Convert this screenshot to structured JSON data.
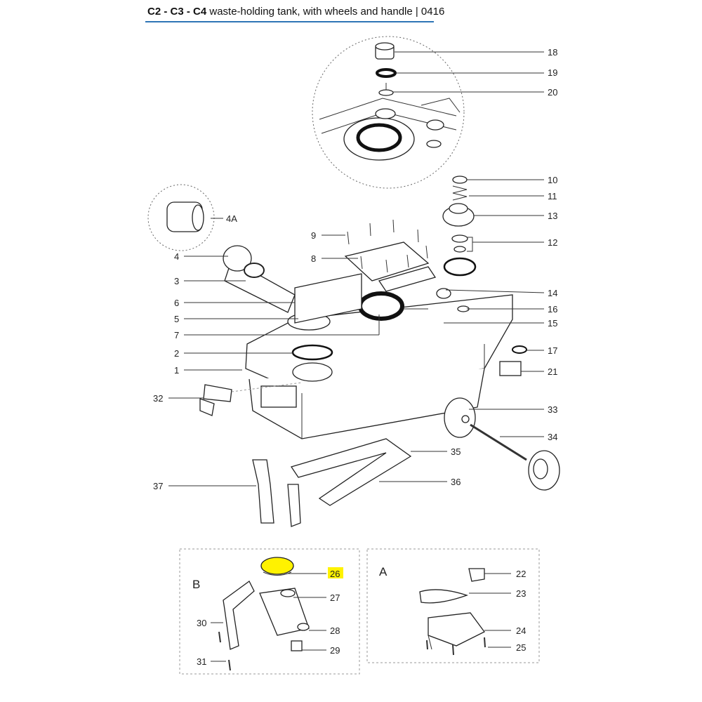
{
  "title": {
    "models": "C2 - C3 - C4",
    "text": " waste-holding tank, with wheels and handle | 0416"
  },
  "sections": {
    "b": "B",
    "a": "A"
  },
  "highlight_color": "#fff200",
  "accent_color": "#2e75b6",
  "labels": {
    "p1": "1",
    "p2": "2",
    "p3": "3",
    "p4": "4",
    "p4a": "4A",
    "p5": "5",
    "p6": "6",
    "p7": "7",
    "p8": "8",
    "p9": "9",
    "p10": "10",
    "p11": "11",
    "p12": "12",
    "p13": "13",
    "p14": "14",
    "p15": "15",
    "p16": "16",
    "p17": "17",
    "p18": "18",
    "p19": "19",
    "p20": "20",
    "p21": "21",
    "p22": "22",
    "p23": "23",
    "p24": "24",
    "p25": "25",
    "p26": "26",
    "p27": "27",
    "p28": "28",
    "p29": "29",
    "p30": "30",
    "p31": "31",
    "p32": "32",
    "p33": "33",
    "p34": "34",
    "p35": "35",
    "p36": "36",
    "p37": "37"
  }
}
